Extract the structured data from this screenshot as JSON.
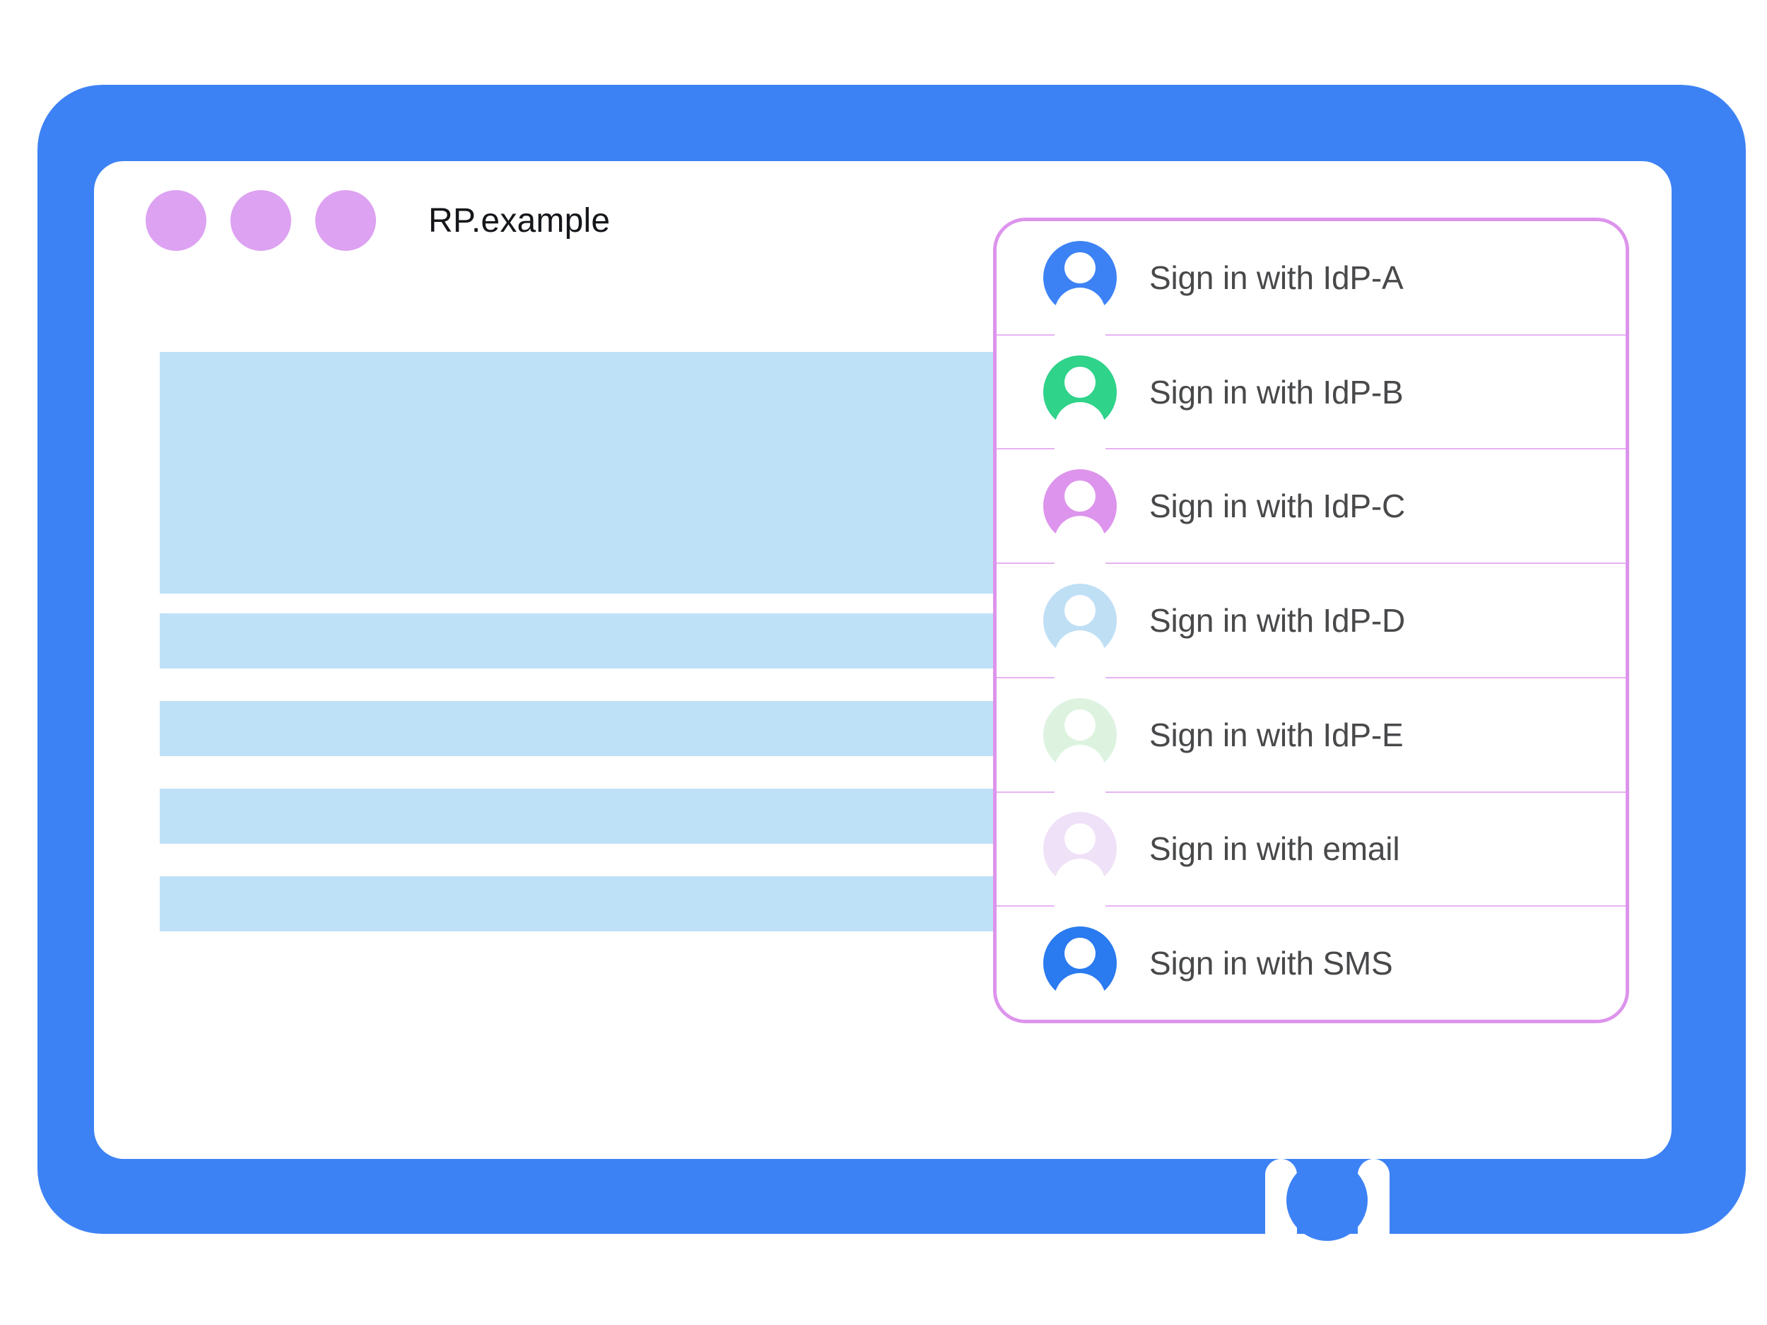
{
  "window": {
    "title": "RP.example",
    "traffic_lights": [
      {
        "name": "window-dot-1",
        "color": "#dda2f2"
      },
      {
        "name": "window-dot-2",
        "color": "#dda2f2"
      },
      {
        "name": "window-dot-3",
        "color": "#dda2f2"
      }
    ]
  },
  "colors": {
    "frame_blue": "#3d82f5",
    "skeleton_blue": "#bfe1f7",
    "panel_border": "#dd94ec",
    "row_divider": "#e6b4f2",
    "label_text": "#48494b",
    "title_text": "#14161a",
    "dot_purple": "#dda2f2"
  },
  "content_placeholders": [
    {
      "name": "skeleton-hero",
      "kind": "hero"
    },
    {
      "name": "skeleton-bar-1",
      "kind": "bar"
    },
    {
      "name": "skeleton-bar-2",
      "kind": "bar"
    },
    {
      "name": "skeleton-bar-3",
      "kind": "bar"
    },
    {
      "name": "skeleton-bar-4",
      "kind": "bar"
    }
  ],
  "account_chooser": {
    "name": "fedcm-account-chooser",
    "accounts": [
      {
        "label": "Sign in with IdP-A",
        "icon": "person-avatar-icon",
        "avatar_color": "#3d82f5"
      },
      {
        "label": "Sign in with IdP-B",
        "icon": "person-avatar-icon",
        "avatar_color": "#2fd38a"
      },
      {
        "label": "Sign in with IdP-C",
        "icon": "person-avatar-icon",
        "avatar_color": "#dd94ec"
      },
      {
        "label": "Sign in with IdP-D",
        "icon": "person-avatar-icon",
        "avatar_color": "#bfdff5"
      },
      {
        "label": "Sign in with IdP-E",
        "icon": "person-avatar-icon",
        "avatar_color": "#ddf3e0"
      },
      {
        "label": "Sign in with email",
        "icon": "person-avatar-icon",
        "avatar_color": "#efe1f7"
      },
      {
        "label": "Sign in with SMS",
        "icon": "person-avatar-icon",
        "avatar_color": "#2a7af0"
      }
    ]
  },
  "device": {
    "home_button": "home-button"
  }
}
